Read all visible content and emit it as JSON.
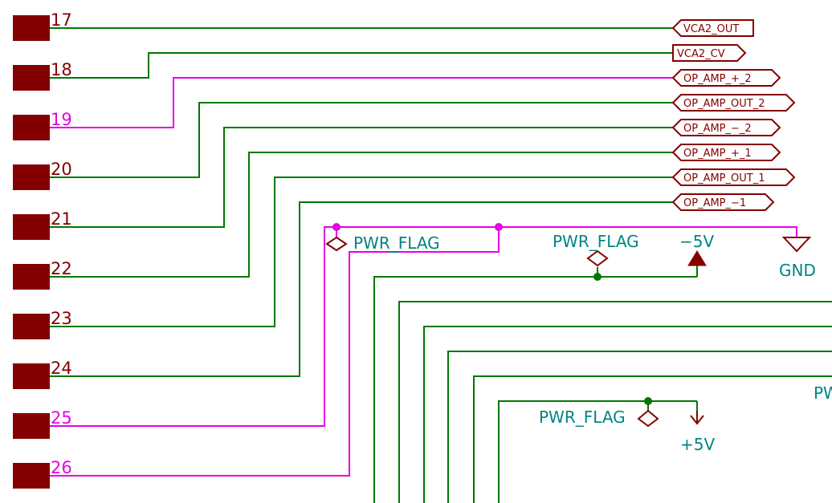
{
  "pins": [
    {
      "number": "17",
      "kind": "wire"
    },
    {
      "number": "18",
      "kind": "wire"
    },
    {
      "number": "19",
      "kind": "power"
    },
    {
      "number": "20",
      "kind": "wire"
    },
    {
      "number": "21",
      "kind": "wire"
    },
    {
      "number": "22",
      "kind": "wire"
    },
    {
      "number": "23",
      "kind": "wire"
    },
    {
      "number": "24",
      "kind": "wire"
    },
    {
      "number": "25",
      "kind": "power"
    },
    {
      "number": "26",
      "kind": "power"
    }
  ],
  "net_labels": [
    {
      "text": "VCA2_OUT",
      "shape": "input"
    },
    {
      "text": "VCA2_CV",
      "shape": "output"
    },
    {
      "text": "OP_AMP_+_2",
      "shape": "bidirectional"
    },
    {
      "text": "OP_AMP_OUT_2",
      "shape": "bidirectional"
    },
    {
      "text": "OP_AMP_−_2",
      "shape": "bidirectional"
    },
    {
      "text": "OP_AMP_+_1",
      "shape": "bidirectional"
    },
    {
      "text": "OP_AMP_OUT_1",
      "shape": "bidirectional"
    },
    {
      "text": "OP_AMP_−1",
      "shape": "bidirectional"
    }
  ],
  "power": {
    "flag_1": "PWR_FLAG",
    "flag_2": "PWR_FLAG",
    "flag_3": "PWR_FLAG",
    "flag_partial": "PW",
    "neg_supply": "−5V",
    "pos_supply": "+5V",
    "ground": "GND"
  },
  "colors": {
    "pad": "#840000",
    "wire": "#007800",
    "power_wire": "#e600e6",
    "label_text": "#840000",
    "power_text": "#008484"
  }
}
